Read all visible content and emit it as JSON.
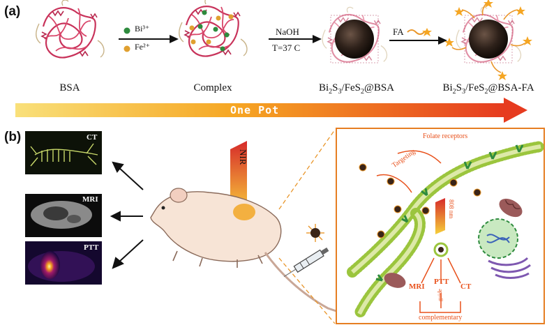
{
  "panel_a": {
    "label": "(a)",
    "captions": [
      "BSA",
      "Complex",
      "Bi2S3/FeS2@BSA",
      "Bi2S3/FeS2@BSA-FA"
    ],
    "ions": [
      "Bi³⁺",
      "Fe²⁺"
    ],
    "step2_top": "NaOH",
    "step2_bottom": "T=37 C",
    "step3": "FA",
    "one_pot": "One Pot"
  },
  "panel_b": {
    "label": "(b)",
    "images": [
      "CT",
      "MRI",
      "PTT"
    ],
    "nir": "NIR",
    "inset": {
      "folate": "Folate receptors",
      "targeting": "Targeting",
      "wavelength": "808 nm",
      "mri": "MRI",
      "ptt": "PTT",
      "ct": "CT",
      "guide": "guide",
      "complementary": "complementary"
    }
  },
  "colors": {
    "protein": "#c8325a",
    "orange": "#e8501a",
    "inset_border": "#e67e22",
    "membrane": "#9bc53d",
    "star": "#f5a623"
  }
}
